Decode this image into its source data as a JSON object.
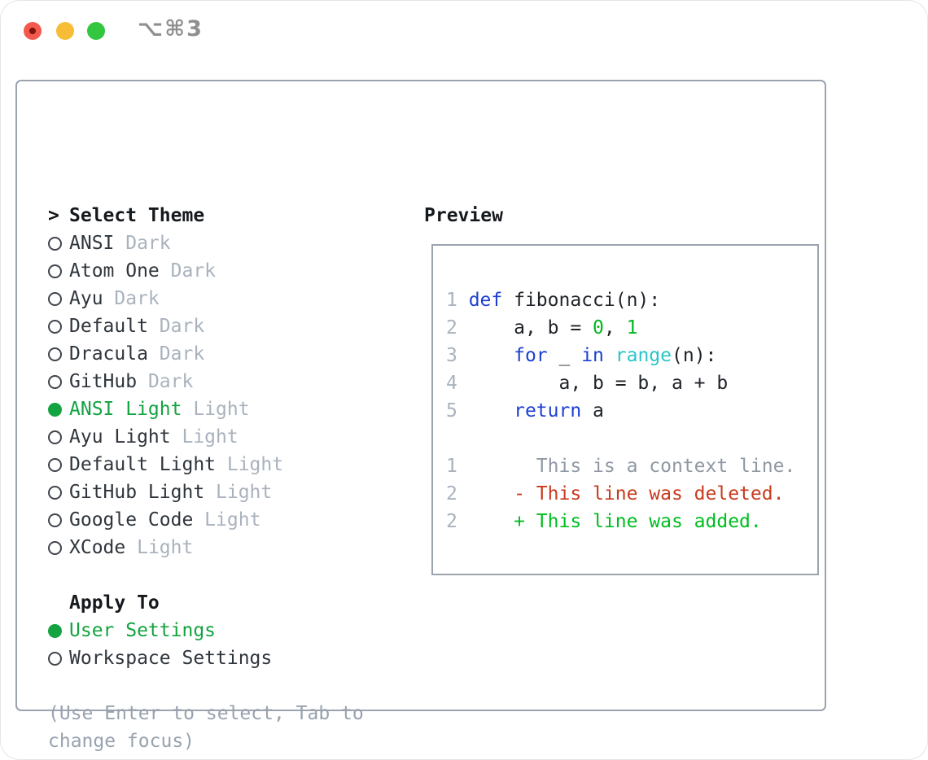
{
  "window": {
    "shortcut_label": "⌥⌘3",
    "traffic_lights": [
      "close",
      "minimize",
      "zoom"
    ]
  },
  "theme_panel": {
    "title_prefix": ">",
    "title": "Select Theme",
    "themes": [
      {
        "name": "ANSI",
        "variant": "Dark",
        "selected": false
      },
      {
        "name": "Atom One",
        "variant": "Dark",
        "selected": false
      },
      {
        "name": "Ayu",
        "variant": "Dark",
        "selected": false
      },
      {
        "name": "Default",
        "variant": "Dark",
        "selected": false
      },
      {
        "name": "Dracula",
        "variant": "Dark",
        "selected": false
      },
      {
        "name": "GitHub",
        "variant": "Dark",
        "selected": false
      },
      {
        "name": "ANSI Light",
        "variant": "Light",
        "selected": true
      },
      {
        "name": "Ayu Light",
        "variant": "Light",
        "selected": false
      },
      {
        "name": "Default Light",
        "variant": "Light",
        "selected": false
      },
      {
        "name": "GitHub Light",
        "variant": "Light",
        "selected": false
      },
      {
        "name": "Google Code",
        "variant": "Light",
        "selected": false
      },
      {
        "name": "XCode",
        "variant": "Light",
        "selected": false
      }
    ],
    "apply_to": {
      "title": "Apply To",
      "options": [
        {
          "name": "User Settings",
          "selected": true
        },
        {
          "name": "Workspace Settings",
          "selected": false
        }
      ]
    },
    "help_text": "(Use Enter to select, Tab to change focus)"
  },
  "preview": {
    "title": "Preview",
    "code_lines": [
      {
        "num": "1",
        "segments": [
          {
            "t": "def",
            "c": "keyword"
          },
          {
            "t": " fibonacci(n):",
            "c": "plain"
          }
        ]
      },
      {
        "num": "2",
        "segments": [
          {
            "t": "    a, b = ",
            "c": "plain"
          },
          {
            "t": "0",
            "c": "number"
          },
          {
            "t": ", ",
            "c": "plain"
          },
          {
            "t": "1",
            "c": "number"
          }
        ]
      },
      {
        "num": "3",
        "segments": [
          {
            "t": "    ",
            "c": "plain"
          },
          {
            "t": "for",
            "c": "keyword"
          },
          {
            "t": " _ ",
            "c": "plain"
          },
          {
            "t": "in",
            "c": "keyword"
          },
          {
            "t": " ",
            "c": "plain"
          },
          {
            "t": "range",
            "c": "builtin"
          },
          {
            "t": "(n):",
            "c": "plain"
          }
        ]
      },
      {
        "num": "4",
        "segments": [
          {
            "t": "        a, b = b, a + b",
            "c": "plain"
          }
        ]
      },
      {
        "num": "5",
        "segments": [
          {
            "t": "    ",
            "c": "plain"
          },
          {
            "t": "return",
            "c": "keyword"
          },
          {
            "t": " a",
            "c": "plain"
          }
        ]
      }
    ],
    "diff_lines": [
      {
        "num": "1",
        "text": "      This is a context line.",
        "kind": "context"
      },
      {
        "num": "2",
        "text": "    - This line was deleted.",
        "kind": "deleted"
      },
      {
        "num": "2",
        "text": "    + This line was added.",
        "kind": "added"
      }
    ]
  },
  "colors": {
    "ink": "#1f2328",
    "header_ink": "#15181c",
    "name_ink": "#2f353c",
    "gray_variant": "#a9b2bd",
    "gray_help": "#98a2ae",
    "gray_linenum": "#a9b2bd",
    "gray_context": "#8f98a3",
    "keyword_blue": "#1c3fd2",
    "builtin_cyan": "#29c5c9",
    "number_green": "#00b81e",
    "added_green": "#00bd1f",
    "deleted_red": "#c9391d",
    "selected_green": "#13a340",
    "panel_border": "#9aa3ae",
    "traffic_red": "#f4594e",
    "traffic_red_dot": "#7e150d",
    "traffic_yellow": "#f7bd37",
    "traffic_green": "#33c73f",
    "shortcut_gray": "#8f8f8f"
  }
}
